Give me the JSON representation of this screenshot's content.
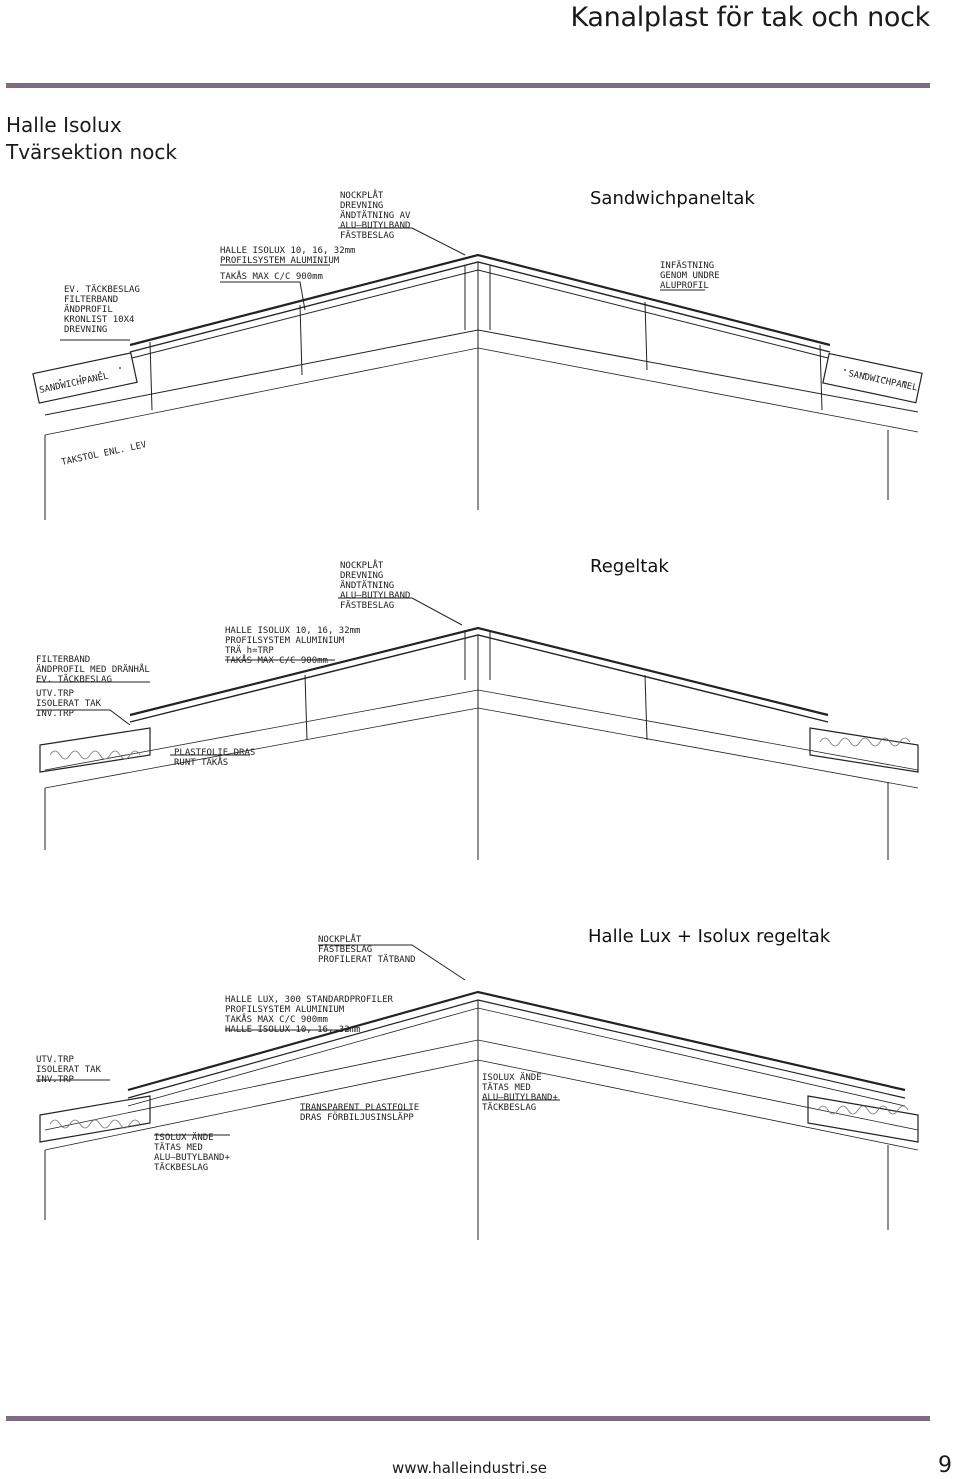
{
  "header": {
    "title": "Kanalplast för tak och nock"
  },
  "intro": {
    "line1": "Halle Isolux",
    "line2": "Tvärsektion nock"
  },
  "sections": [
    {
      "title": "Sandwichpaneltak",
      "labels": {
        "top": [
          "NOCKPLÅT",
          "DREVNING",
          "ÄNDTÄTNING AV",
          "ALU–BUTYLBAND",
          "FÄSTBESLAG"
        ],
        "profile": [
          "HALLE ISOLUX 10, 16, 32mm",
          "PROFILSYSTEM ALUMINIUM"
        ],
        "spacing": [
          "TAKÅS MAX C/C 900mm"
        ],
        "left": [
          "EV. TÄCKBESLAG",
          "FILTERBAND",
          "ÄNDPROFIL",
          "KRONLIST 10X4",
          "DREVNING"
        ],
        "right": [
          "INFÄSTNING",
          "GENOM UNDRE",
          "ALUPROFIL"
        ],
        "panel_left": "SANDWICHPANEL",
        "panel_right": "SANDWICHPANEL",
        "truss": "TAKSTOL ENL. LEV"
      }
    },
    {
      "title": "Regeltak",
      "labels": {
        "top": [
          "NOCKPLÅT",
          "DREVNING",
          "ÄNDTÄTNING",
          "ALU–BUTYLBAND",
          "FÄSTBESLAG"
        ],
        "profile": [
          "HALLE ISOLUX 10, 16, 32mm",
          "PROFILSYSTEM ALUMINIUM",
          "TRÄ h=TRP",
          "TAKÅS MAX C/C 900mm"
        ],
        "left": [
          "FILTERBAND",
          "ÄNDPROFIL MED DRÄNHÅL",
          "EV. TÄCKBESLAG"
        ],
        "left2": [
          "UTV.TRP",
          "ISOLERAT TAK",
          "INV.TRP"
        ],
        "foil": [
          "PLASTFOLIE DRAS",
          "RUNT TAKÅS"
        ]
      }
    },
    {
      "title": "Halle Lux + Isolux regeltak",
      "labels": {
        "top": [
          "NOCKPLÅT",
          "FÄSTBESLAG",
          "PROFILERAT TÄTBAND"
        ],
        "profile": [
          "HALLE LUX, 300 STANDARDPROFILER",
          "PROFILSYSTEM ALUMINIUM",
          "TAKÅS MAX C/C 900mm",
          "HALLE ISOLUX 10, 16, 32mm"
        ],
        "left2": [
          "UTV.TRP",
          "ISOLERAT TAK",
          "INV.TRP"
        ],
        "foil": [
          "TRANSPARENT PLASTFOLIE",
          "DRAS FÖRBILJUSINSLÄPP"
        ],
        "end_left": [
          "ISOLUX ÄNDE",
          "TÄTAS MED",
          "ALU–BUTYLBAND+",
          "TÄCKBESLAG"
        ],
        "end_right": [
          "ISOLUX ÄNDE",
          "TÄTAS MED",
          "ALU–BUTYLBAND+",
          "TÄCKBESLAG"
        ]
      }
    }
  ],
  "footer": {
    "url": "www.halleindustri.se",
    "page": "9"
  },
  "colors": {
    "rule": "#7d6b7e",
    "ink": "#1a1a1a"
  }
}
